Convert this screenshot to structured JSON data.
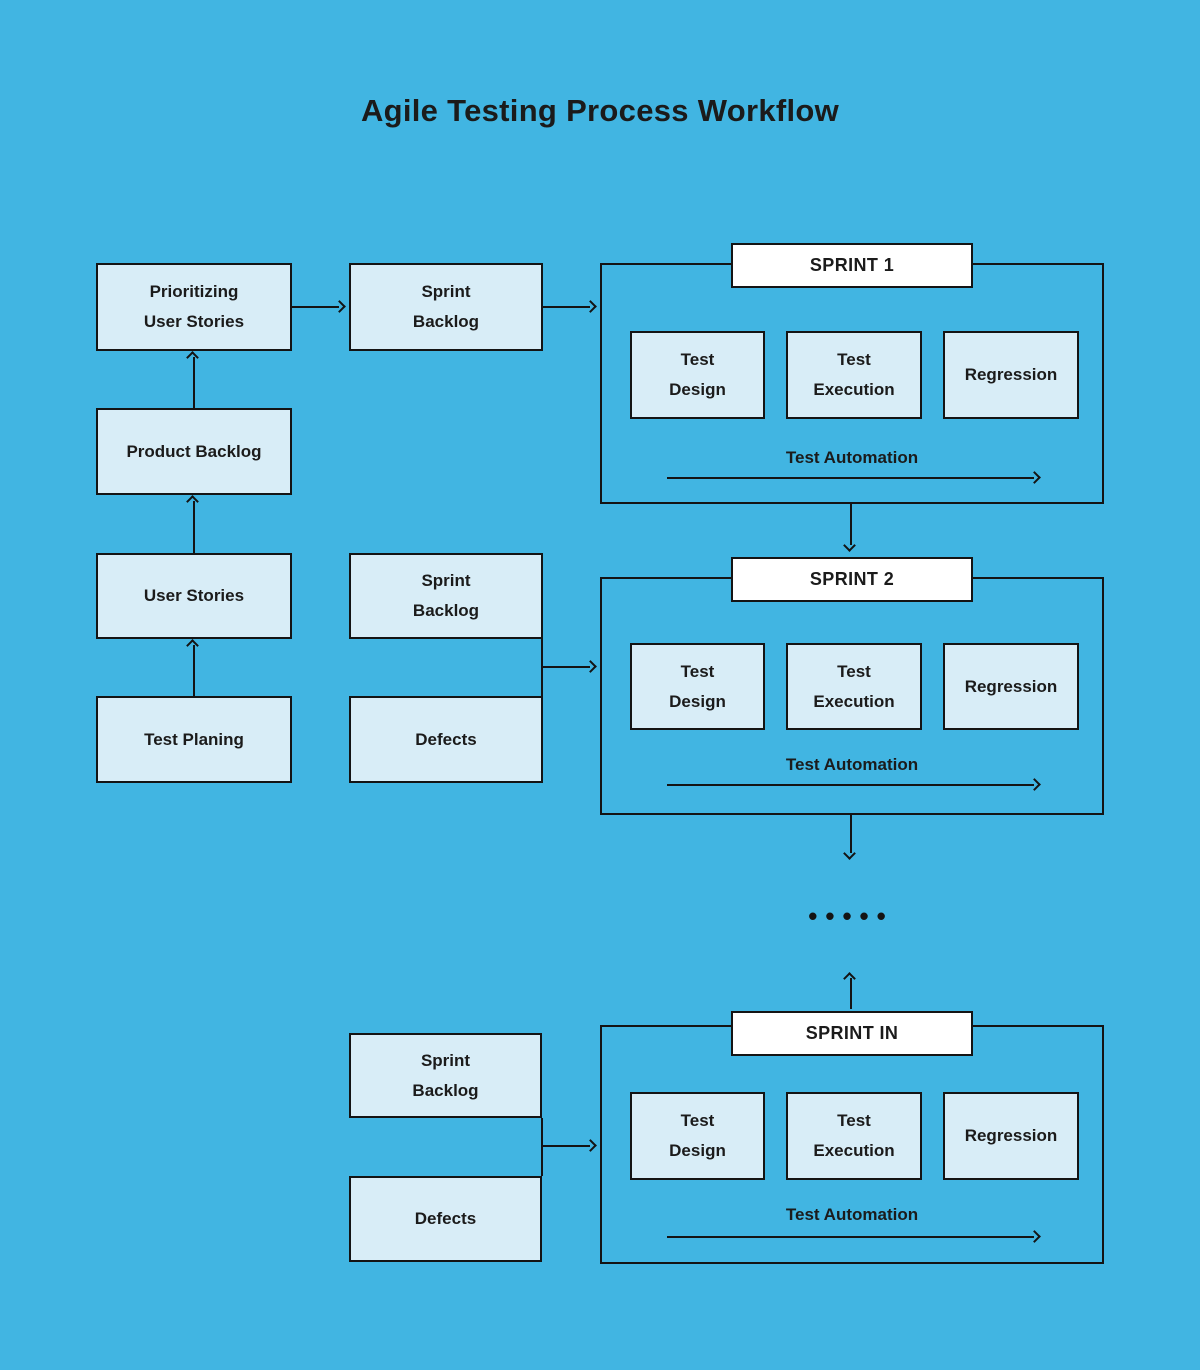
{
  "title": "Agile Testing Process Workflow",
  "colors": {
    "background": "#41B5E2",
    "node_fill": "#D8EDF7",
    "header_fill": "#FFFFFF",
    "border": "#141414",
    "text": "#1B1B1B"
  },
  "planning": {
    "test_planing": "Test Planing",
    "user_stories": "User Stories",
    "product_backlog": "Product Backlog",
    "prioritizing": "Prioritizing\nUser Stories",
    "sprint_backlog": "Sprint\nBacklog"
  },
  "feeds": [
    {
      "sprint_backlog": "Sprint\nBacklog",
      "defects": "Defects"
    },
    {
      "sprint_backlog": "Sprint\nBacklog",
      "defects": "Defects"
    }
  ],
  "sprints": [
    {
      "name": "SPRINT 1",
      "test_design": "Test\nDesign",
      "test_execution": "Test\nExecution",
      "regression": "Regression",
      "automation": "Test Automation"
    },
    {
      "name": "SPRINT 2",
      "test_design": "Test\nDesign",
      "test_execution": "Test\nExecution",
      "regression": "Regression",
      "automation": "Test Automation"
    },
    {
      "name": "SPRINT IN",
      "test_design": "Test\nDesign",
      "test_execution": "Test\nExecution",
      "regression": "Regression",
      "automation": "Test Automation"
    }
  ],
  "continuation_dots": "•••••"
}
